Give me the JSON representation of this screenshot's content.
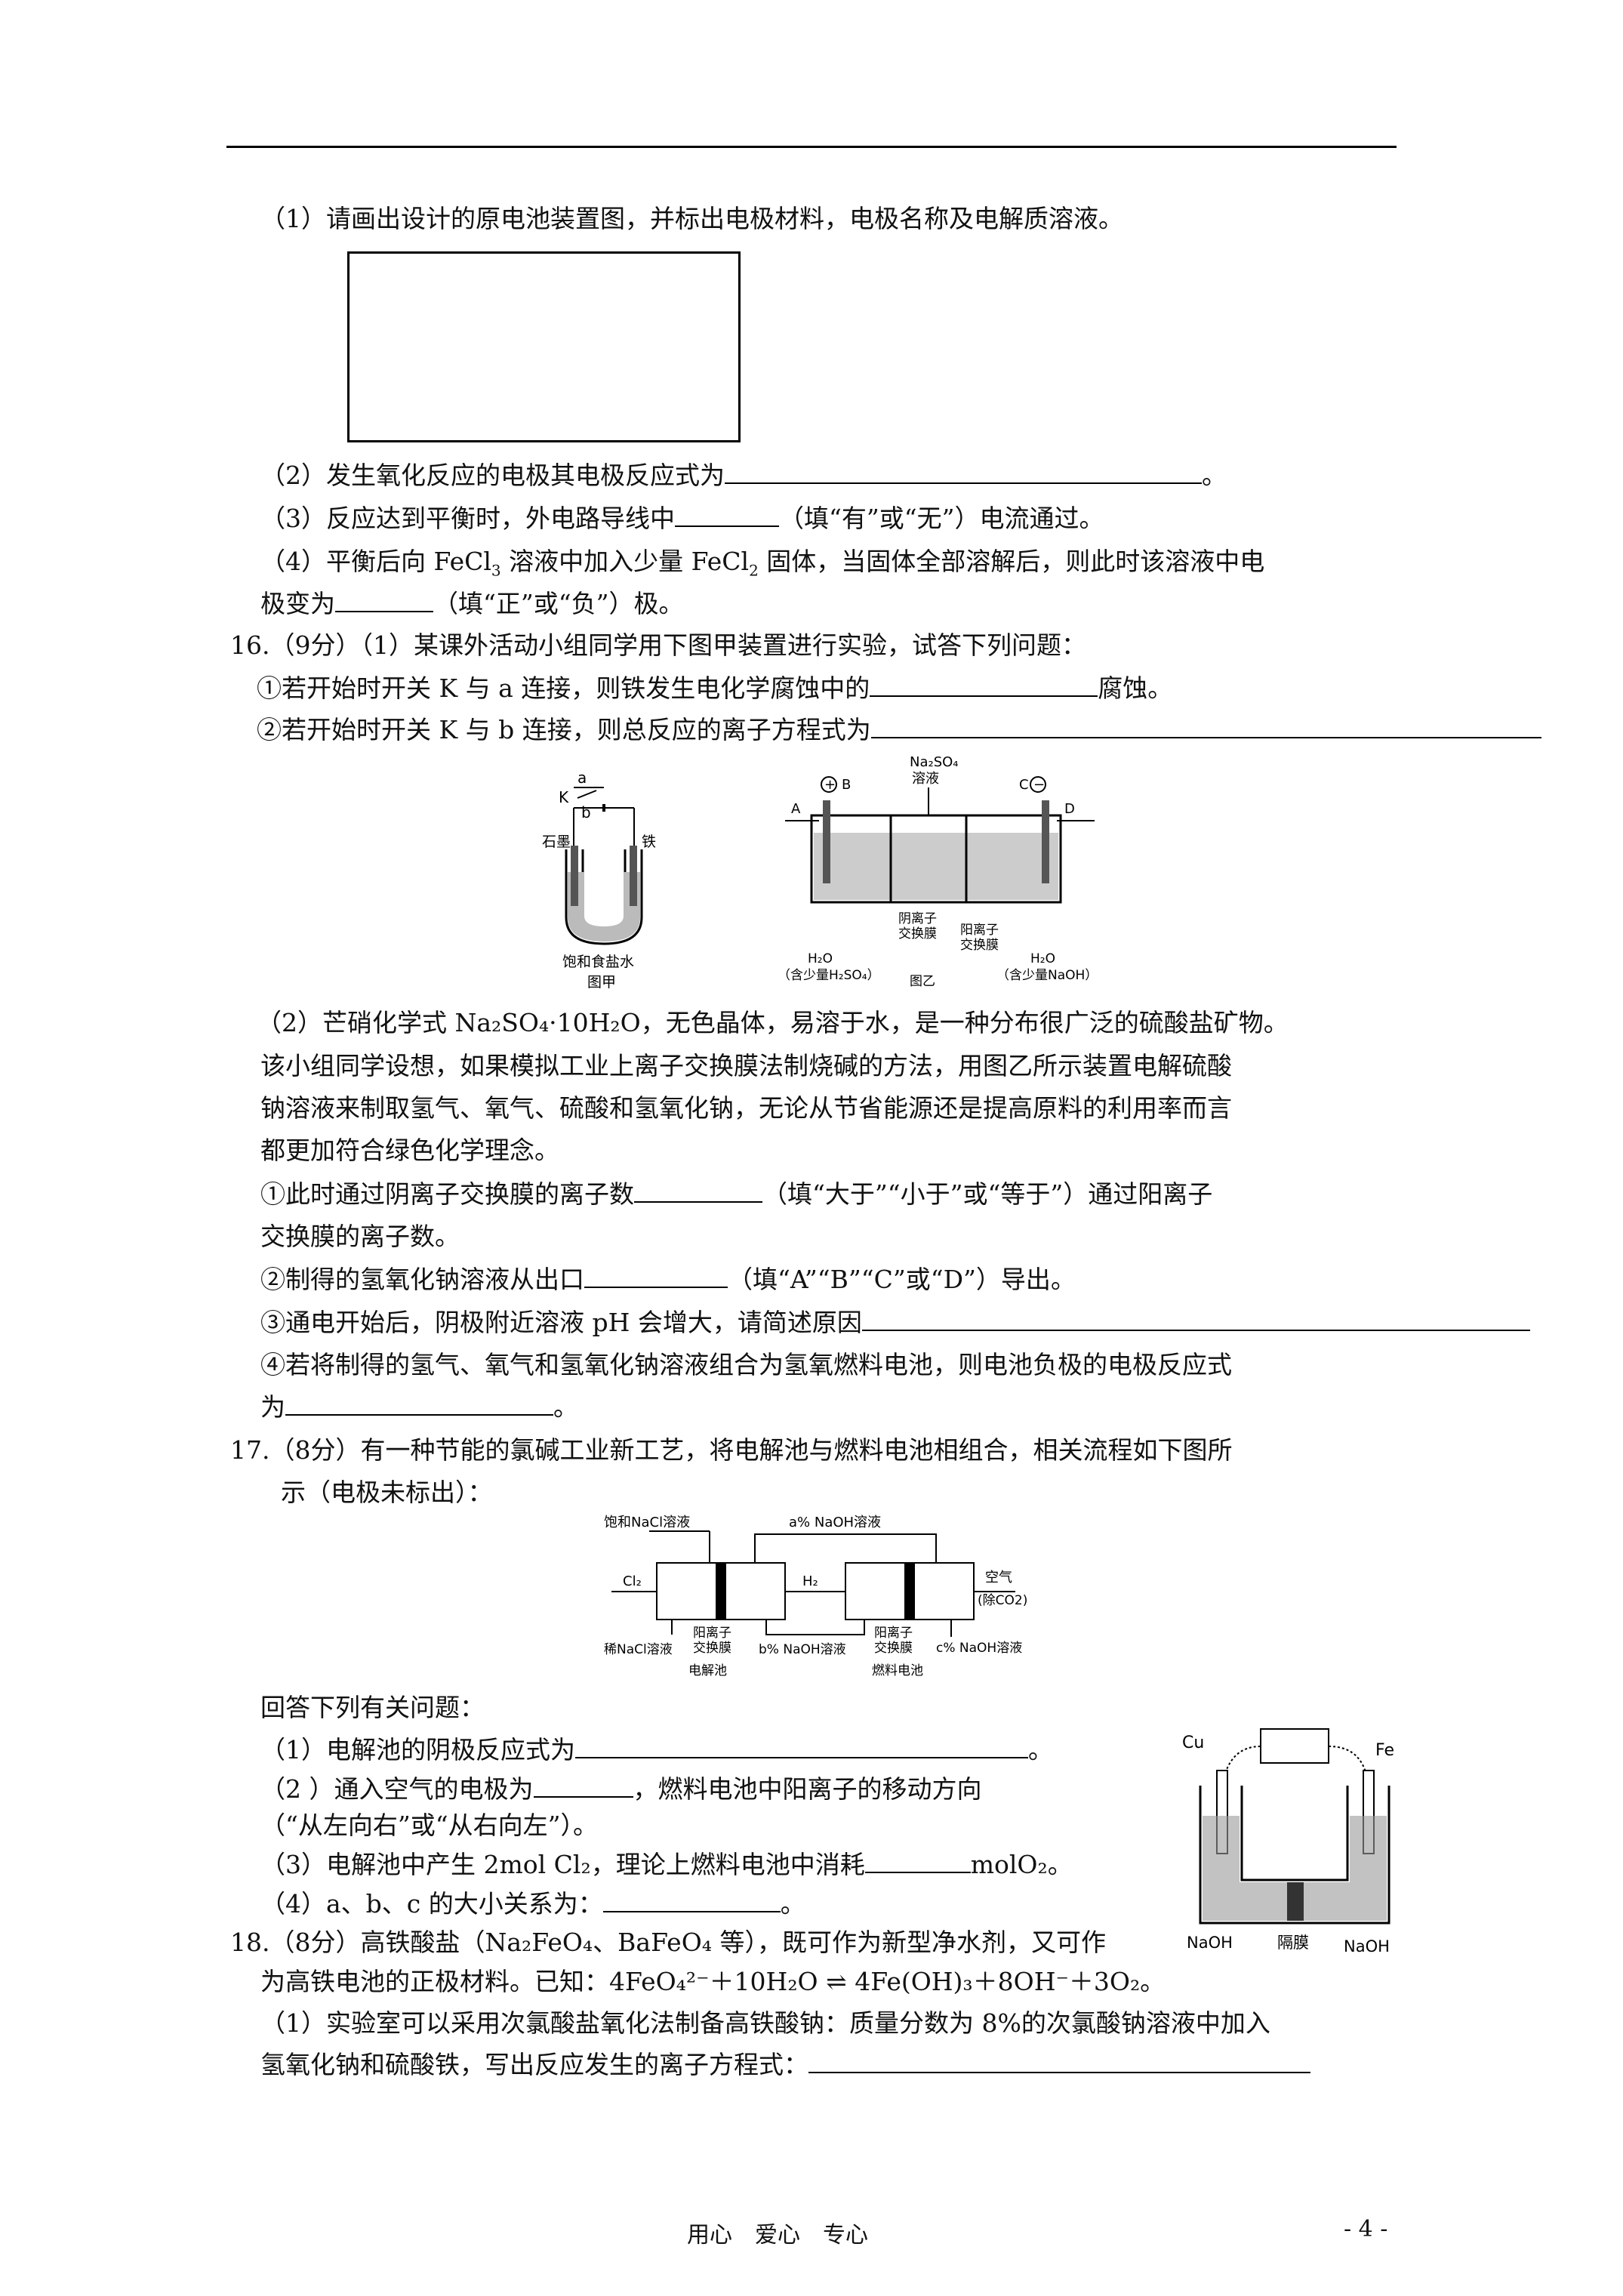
{
  "q15": {
    "p1": "（1）请画出设计的原电池装置图，并标出电极材料，电极名称及电解质溶液。",
    "p2_a": "（2）发生氧化反应的电极其电极反应式为",
    "p2_b": "。",
    "p3_a": "（3）反应达到平衡时，外电路导线中",
    "p3_b": "（填“有”或“无”）电流通过。",
    "p4_a": "（4）平衡后向 FeCl",
    "p4_sub1": "3",
    "p4_b": " 溶液中加入少量 FeCl",
    "p4_sub2": "2",
    "p4_c": " 固体，当固体全部溶解后，则此时该溶液中电",
    "p4_d": "极变为",
    "p4_e": "（填“正”或“负”）极。"
  },
  "q16": {
    "head": "16.（9分）（1）某课外活动小组同学用下图甲装置进行实验，试答下列问题：",
    "s1_a": "①若开始时开关 K 与 a 连接，则铁发生电化学腐蚀中的",
    "s1_b": "腐蚀。",
    "s2": "②若开始时开关 K 与 b 连接，则总反应的离子方程式为",
    "fig_jia": {
      "a": "a",
      "K": "K",
      "b": "b",
      "graphite": "石墨",
      "iron": "铁",
      "brine": "饱和食盐水",
      "caption": "图甲"
    },
    "fig_yi": {
      "A": "A",
      "B": "B",
      "C": "C",
      "D": "D",
      "plus": "+",
      "minus": "−",
      "na2so4_1": "Na₂SO₄",
      "na2so4_2": "溶液",
      "anion_1": "阴离子",
      "anion_2": "交换膜",
      "cation_1": "阳离子",
      "cation_2": "交换膜",
      "h2o_l": "H₂O",
      "h2o_l2": "（含少量H₂SO₄）",
      "h2o_r": "H₂O",
      "h2o_r2": "（含少量NaOH）",
      "caption": "图乙"
    },
    "p2_l1": "（2）芒硝化学式 Na₂SO₄·10H₂O，无色晶体，易溶于水，是一种分布很广泛的硫酸盐矿物。",
    "p2_l2": "该小组同学设想，如果模拟工业上离子交换膜法制烧碱的方法，用图乙所示装置电解硫酸",
    "p2_l3": "钠溶液来制取氢气、氧气、硫酸和氢氧化钠，无论从节省能源还是提高原料的利用率而言",
    "p2_l4": "都更加符合绿色化学理念。",
    "i1_a": "①此时通过阴离子交换膜的离子数",
    "i1_b": "（填“大于”“小于”或“等于”）通过阳离子",
    "i1_c": "交换膜的离子数。",
    "i2_a": "②制得的氢氧化钠溶液从出口",
    "i2_b": "（填“A”“B”“C”或“D”）导出。",
    "i3": "③通电开始后，阴极附近溶液 pH 会增大，请简述原因",
    "i4": "④若将制得的氢气、氧气和氢氧化钠溶液组合为氢氧燃料电池，则电池负极的电极反应式",
    "i4_b": "为",
    "i4_c": "。"
  },
  "q17": {
    "head1": "17.（8分）有一种节能的氯碱工业新工艺，将电解池与燃料电池相组合，相关流程如下图所",
    "head2": "示（电极未标出）：",
    "flow": {
      "nacl_in": "饱和NaCl溶液",
      "naoh_a": "a% NaOH溶液",
      "cl2": "Cl₂",
      "h2": "H₂",
      "air": "空气",
      "air2": "(除CO2)",
      "nacl_out": "稀NaCl溶液",
      "cation1": "阳离子",
      "cation1b": "交换膜",
      "naoh_b": "b% NaOH溶液",
      "cation2": "阳离子",
      "cation2b": "交换膜",
      "naoh_c": "c% NaOH溶液",
      "cell1": "电解池",
      "cell2": "燃料电池"
    },
    "ans": "回答下列有关问题：",
    "a1_a": "（1）电解池的阴极反应式为",
    "a1_b": "。",
    "a2_a": "（2 ）通入空气的电极为",
    "a2_b": "，燃料电池中阳离子的移动方向",
    "a2_c": "（“从左向右”或“从右向左”）。",
    "a3_a": "（3）电解池中产生 2mol Cl₂，理论上燃料电池中消耗",
    "a3_b": "molO₂。",
    "a4_a": "（4）a、b、c 的大小关系为：",
    "a4_b": "。",
    "cellfig": {
      "cu": "Cu",
      "fe": "Fe",
      "naoh_l": "NaOH",
      "membrane": "隔膜",
      "naoh_r": "NaOH"
    }
  },
  "q18": {
    "head1": "18.（8分）高铁酸盐（Na₂FeO₄、BaFeO₄ 等），既可作为新型净水剂，又可作",
    "head2": "为高铁电池的正极材料。已知：4FeO₄²⁻＋10H₂O ⇌ 4Fe(OH)₃＋8OH⁻＋3O₂。",
    "p1_a": "（1）实验室可以采用次氯酸盐氧化法制备高铁酸钠：质量分数为 8%的次氯酸钠溶液中加入",
    "p1_b": "氢氧化钠和硫酸铁，写出反应发生的离子方程式："
  },
  "footer": {
    "motto": "用心　爱心　专心",
    "page": "- 4 -"
  }
}
